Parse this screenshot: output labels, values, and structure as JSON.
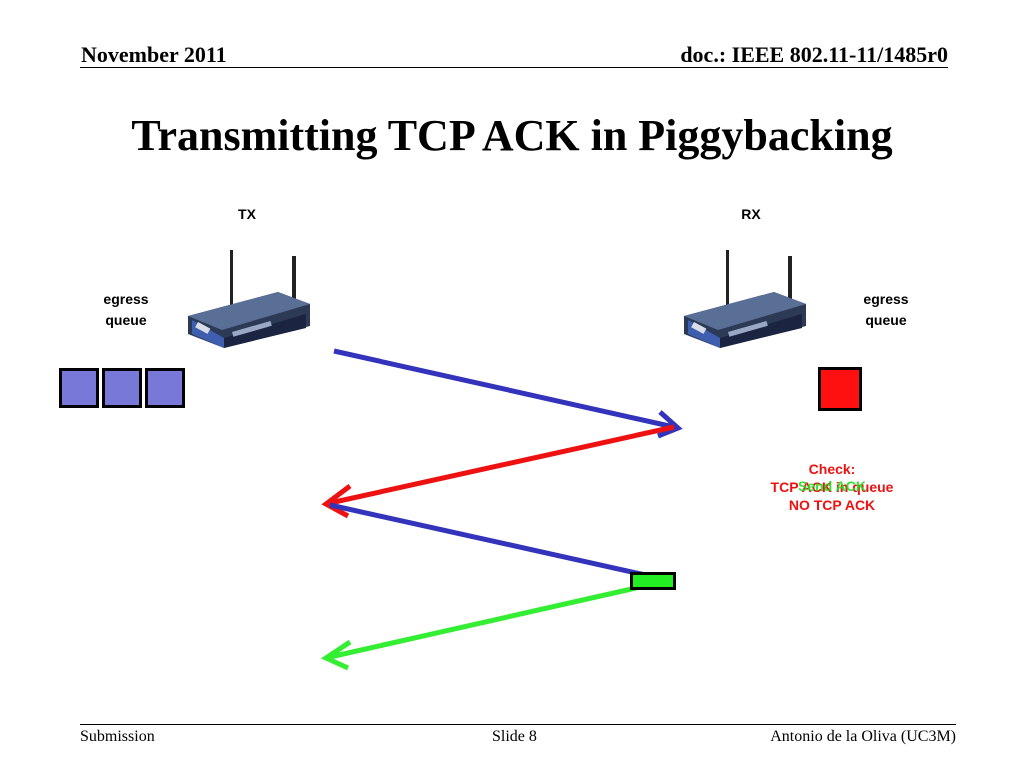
{
  "header": {
    "date": "November 2011",
    "doc": "doc.: IEEE 802.11-11/1485r0"
  },
  "slide": {
    "title": "Transmitting TCP ACK in Piggybacking",
    "tx_label": "TX",
    "rx_label": "RX",
    "egress_left_line1": "egress",
    "egress_left_line2": "queue",
    "egress_right_line1": "egress",
    "egress_right_line2": "queue",
    "check_line1": "Check:",
    "check_line2": "TCP ACK in queue",
    "check_line3": "NO TCP ACK",
    "send_ack": "Send ACK"
  },
  "colors": {
    "blue_arrow": "#3333bb",
    "red_arrow": "#ee1111",
    "green_arrow": "#33ee33"
  },
  "footer": {
    "left": "Submission",
    "center": "Slide 8",
    "right": "Antonio de la Oliva (UC3M)"
  }
}
